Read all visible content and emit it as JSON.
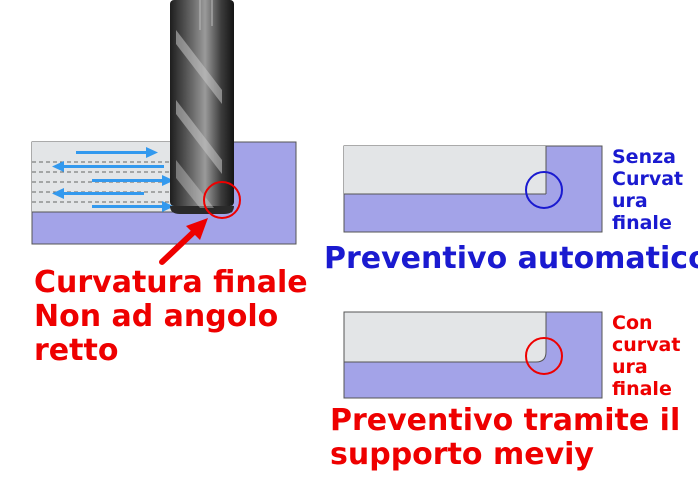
{
  "left_caption": {
    "line1": "Curvatura finale",
    "line2": "Non ad angolo",
    "line3": "retto"
  },
  "automatic": {
    "title": "Preventivo automatico",
    "note": [
      "Senza",
      "Curvat",
      "ura",
      "finale"
    ]
  },
  "meviy": {
    "title_line1": "Preventivo tramite il",
    "title_line2": "supporto meviy",
    "note": [
      "Con",
      "curvat",
      "ura",
      "finale"
    ]
  },
  "colors": {
    "part_purple": "#a3a3e8",
    "stock_gray": "#e3e5e7",
    "accent_red": "#ee0000",
    "accent_blue": "#1a1ad0",
    "tool_dark": "#3a3a3a",
    "arrow_blue": "#3399ee"
  }
}
